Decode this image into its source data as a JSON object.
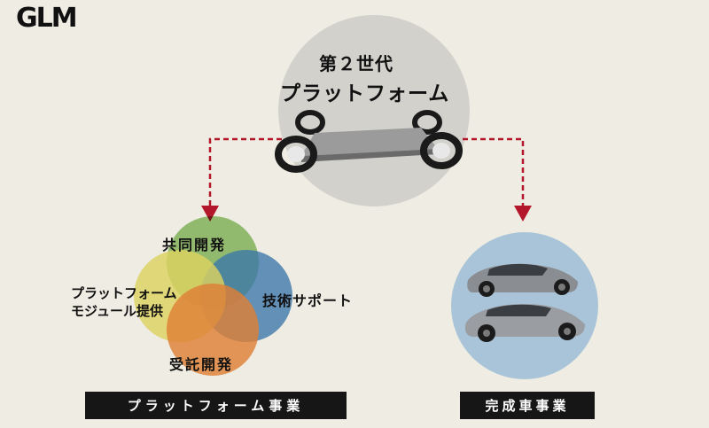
{
  "logo": "GLM",
  "platform": {
    "title_line1": "第２世代",
    "title_line2": "プラットフォーム"
  },
  "venn": {
    "joint_dev": "共同開発",
    "tech_support": "技術サポート",
    "module_line1": "プラットフォーム",
    "module_line2": "モジュール提供",
    "contract_dev": "受託開発"
  },
  "banners": {
    "platform_business": "プラットフォーム事業",
    "vehicle_business": "完成車事業"
  },
  "colors": {
    "background": "#efede3",
    "top_circle": "#d2d1cc",
    "right_circle": "#a9c4d9",
    "venn_green": "#8ec06a",
    "venn_blue": "#3e7fbf",
    "venn_yellow": "#ece36d",
    "venn_orange": "#ee8a3c",
    "arrow": "#b3172b",
    "banner": "#161616"
  }
}
